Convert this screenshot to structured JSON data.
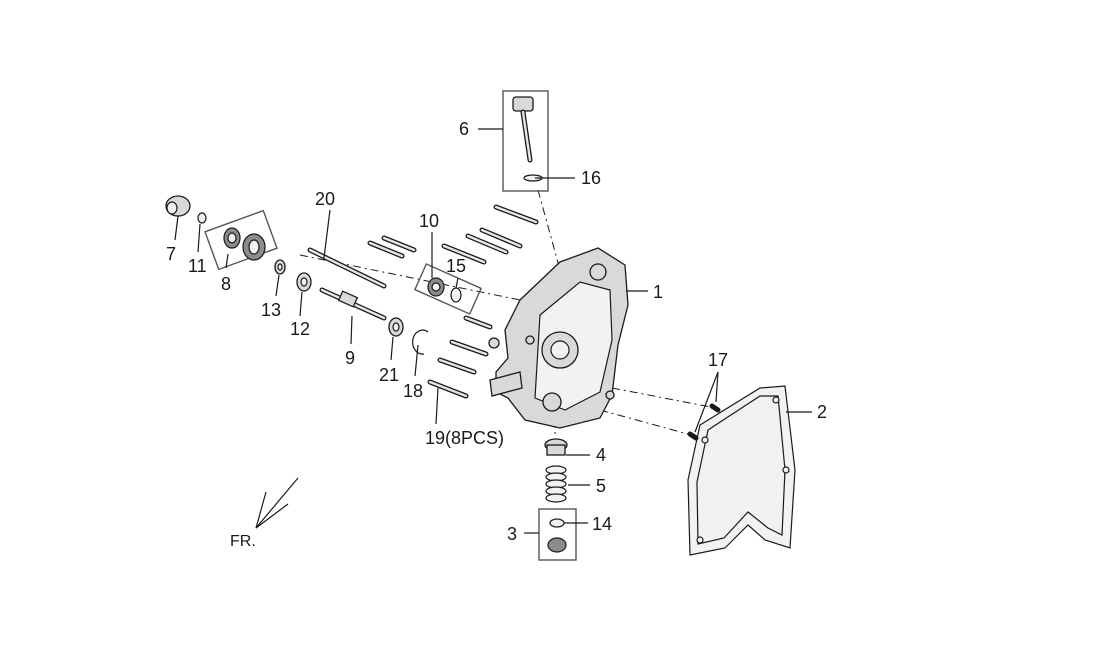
{
  "diagram": {
    "labels": {
      "p1": "1",
      "p2": "2",
      "p3": "3",
      "p4": "4",
      "p5": "5",
      "p6": "6",
      "p7": "7",
      "p8": "8",
      "p9": "9",
      "p10": "10",
      "p11": "11",
      "p12": "12",
      "p13": "13",
      "p14": "14",
      "p15": "15",
      "p16": "16",
      "p17": "17",
      "p18": "18",
      "p19": "19(8PCS)",
      "p20": "20",
      "p21": "21"
    },
    "direction_marker": "FR."
  }
}
